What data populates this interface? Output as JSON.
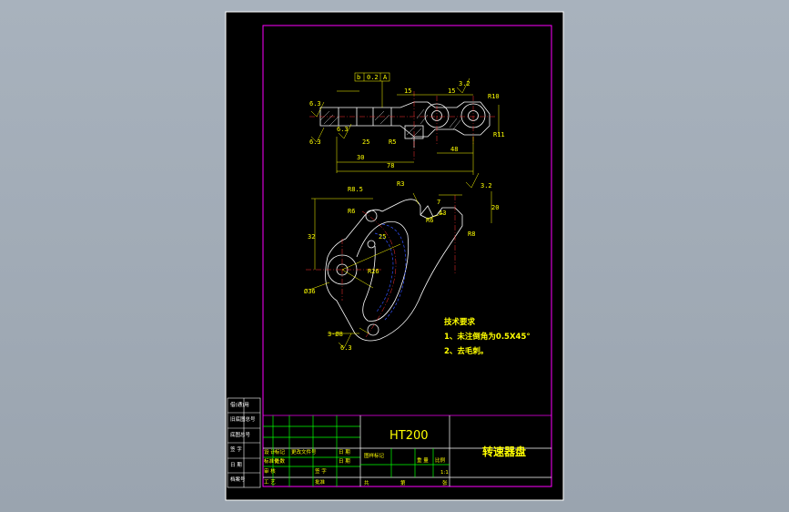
{
  "drawing": {
    "background_color": "#000000",
    "outer_frame_color": "#ffffff",
    "inner_frame_color": "#ff00ff",
    "geometry_color": "#ffffff",
    "dimension_color": "#ffff00",
    "centerline_color": "#ff3030",
    "hidden_line_color": "#3050ff",
    "title_line_color": "#00ff00"
  },
  "front_view": {
    "datum_frame": [
      "b",
      "0.2",
      "A"
    ],
    "dimensions": [
      "15",
      "15",
      "R10",
      "R5",
      "R11",
      "30",
      "78",
      "48",
      "25"
    ],
    "roughness": [
      "6.3",
      "6.3",
      "6.3",
      "3.2"
    ]
  },
  "plan_view": {
    "dimensions": [
      "R8.5",
      "R3",
      "R6",
      "R6",
      "R8",
      "R26",
      "7",
      "32",
      "20",
      "25",
      "43"
    ],
    "diameters": [
      "Ø36",
      "3-Ø8"
    ],
    "roughness": [
      "3.2",
      "6.3"
    ]
  },
  "notes": {
    "heading": "技术要求",
    "line1": "1、未注倒角为0.5X45°",
    "line2": "2、去毛刺。"
  },
  "title_block": {
    "material": "HT200",
    "part_name": "转速器盘",
    "scale": "1:1",
    "row_labels_left": [
      "设 计",
      "标准化",
      "审 核",
      "工 艺",
      "日 期",
      "批准"
    ],
    "row_labels_bottom": [
      "标记",
      "处数",
      "更改文件号",
      "签 字",
      "日 期"
    ],
    "cells": [
      "图样标记",
      "重 量",
      "比例",
      "共",
      "第",
      "张"
    ]
  }
}
